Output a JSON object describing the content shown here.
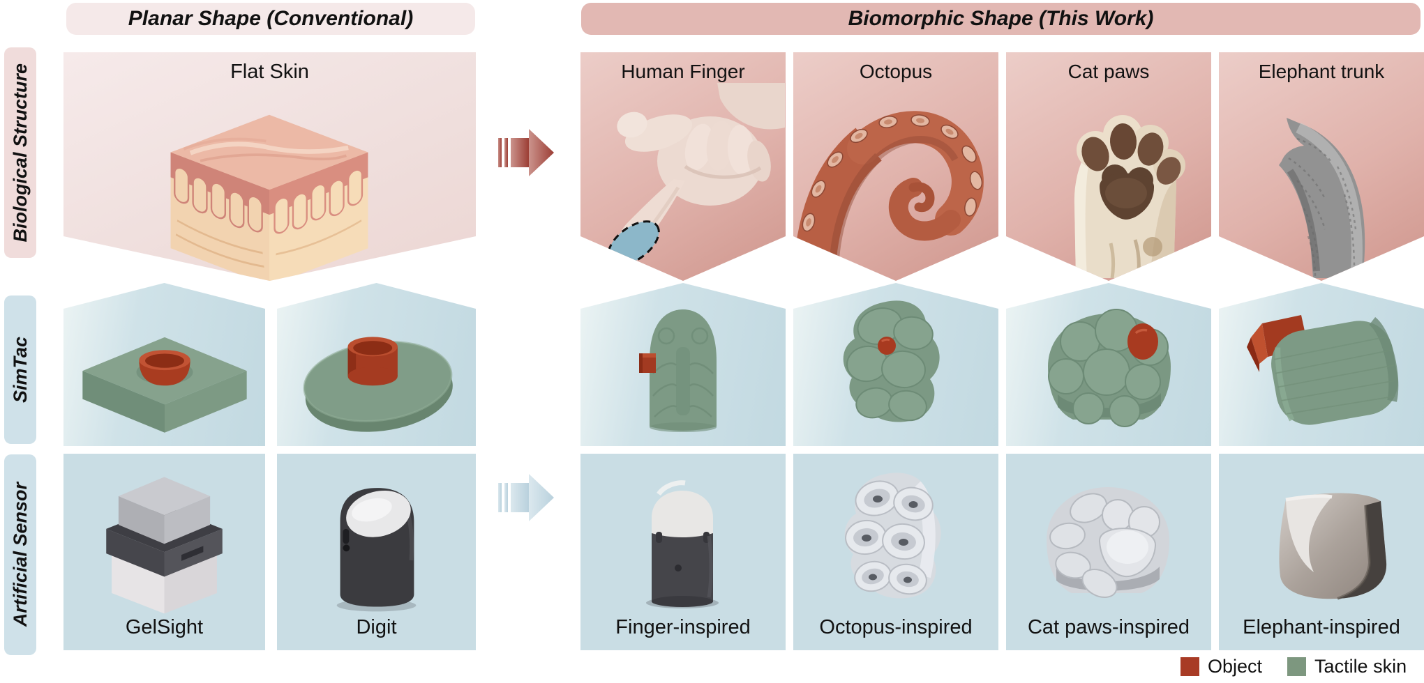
{
  "banners": {
    "left": "Planar Shape (Conventional)",
    "right": "Biomorphic Shape (This Work)"
  },
  "rows": {
    "bio": "Biological Structure",
    "simtac": "SimTac",
    "sensor": "Artificial Sensor"
  },
  "conventional": {
    "bio_title": "Flat Skin",
    "sensors": [
      {
        "label": "GelSight"
      },
      {
        "label": "Digit"
      }
    ]
  },
  "biomorphic": {
    "columns": [
      {
        "bio_title": "Human Finger",
        "sensor_label": "Finger-inspired"
      },
      {
        "bio_title": "Octopus",
        "sensor_label": "Octopus-inspired"
      },
      {
        "bio_title": "Cat paws",
        "sensor_label": "Cat paws-inspired"
      },
      {
        "bio_title": "Elephant trunk",
        "sensor_label": "Elephant-inspired"
      }
    ]
  },
  "legend": {
    "object": {
      "label": "Object",
      "color": "#a83b25"
    },
    "tactile": {
      "label": "Tactile skin",
      "color": "#7d977f"
    }
  },
  "colors": {
    "header_left_bg": "#f5e9e9",
    "header_right_bg": "#e2b8b3",
    "pink_row_label_bg": "#f0dcdb",
    "blue_row_label_bg": "#cfe1e9",
    "bio_panel_pink": "#e0b2ab",
    "simtac_panel_blue": "#c6dbe3",
    "sensor_panel_blue": "#c9dde4",
    "tactile_skin_green": "#7d9a85",
    "object_red": "#a83b25",
    "arrow_red": "#9c3e35",
    "arrow_blue": "#bdd4e0"
  }
}
